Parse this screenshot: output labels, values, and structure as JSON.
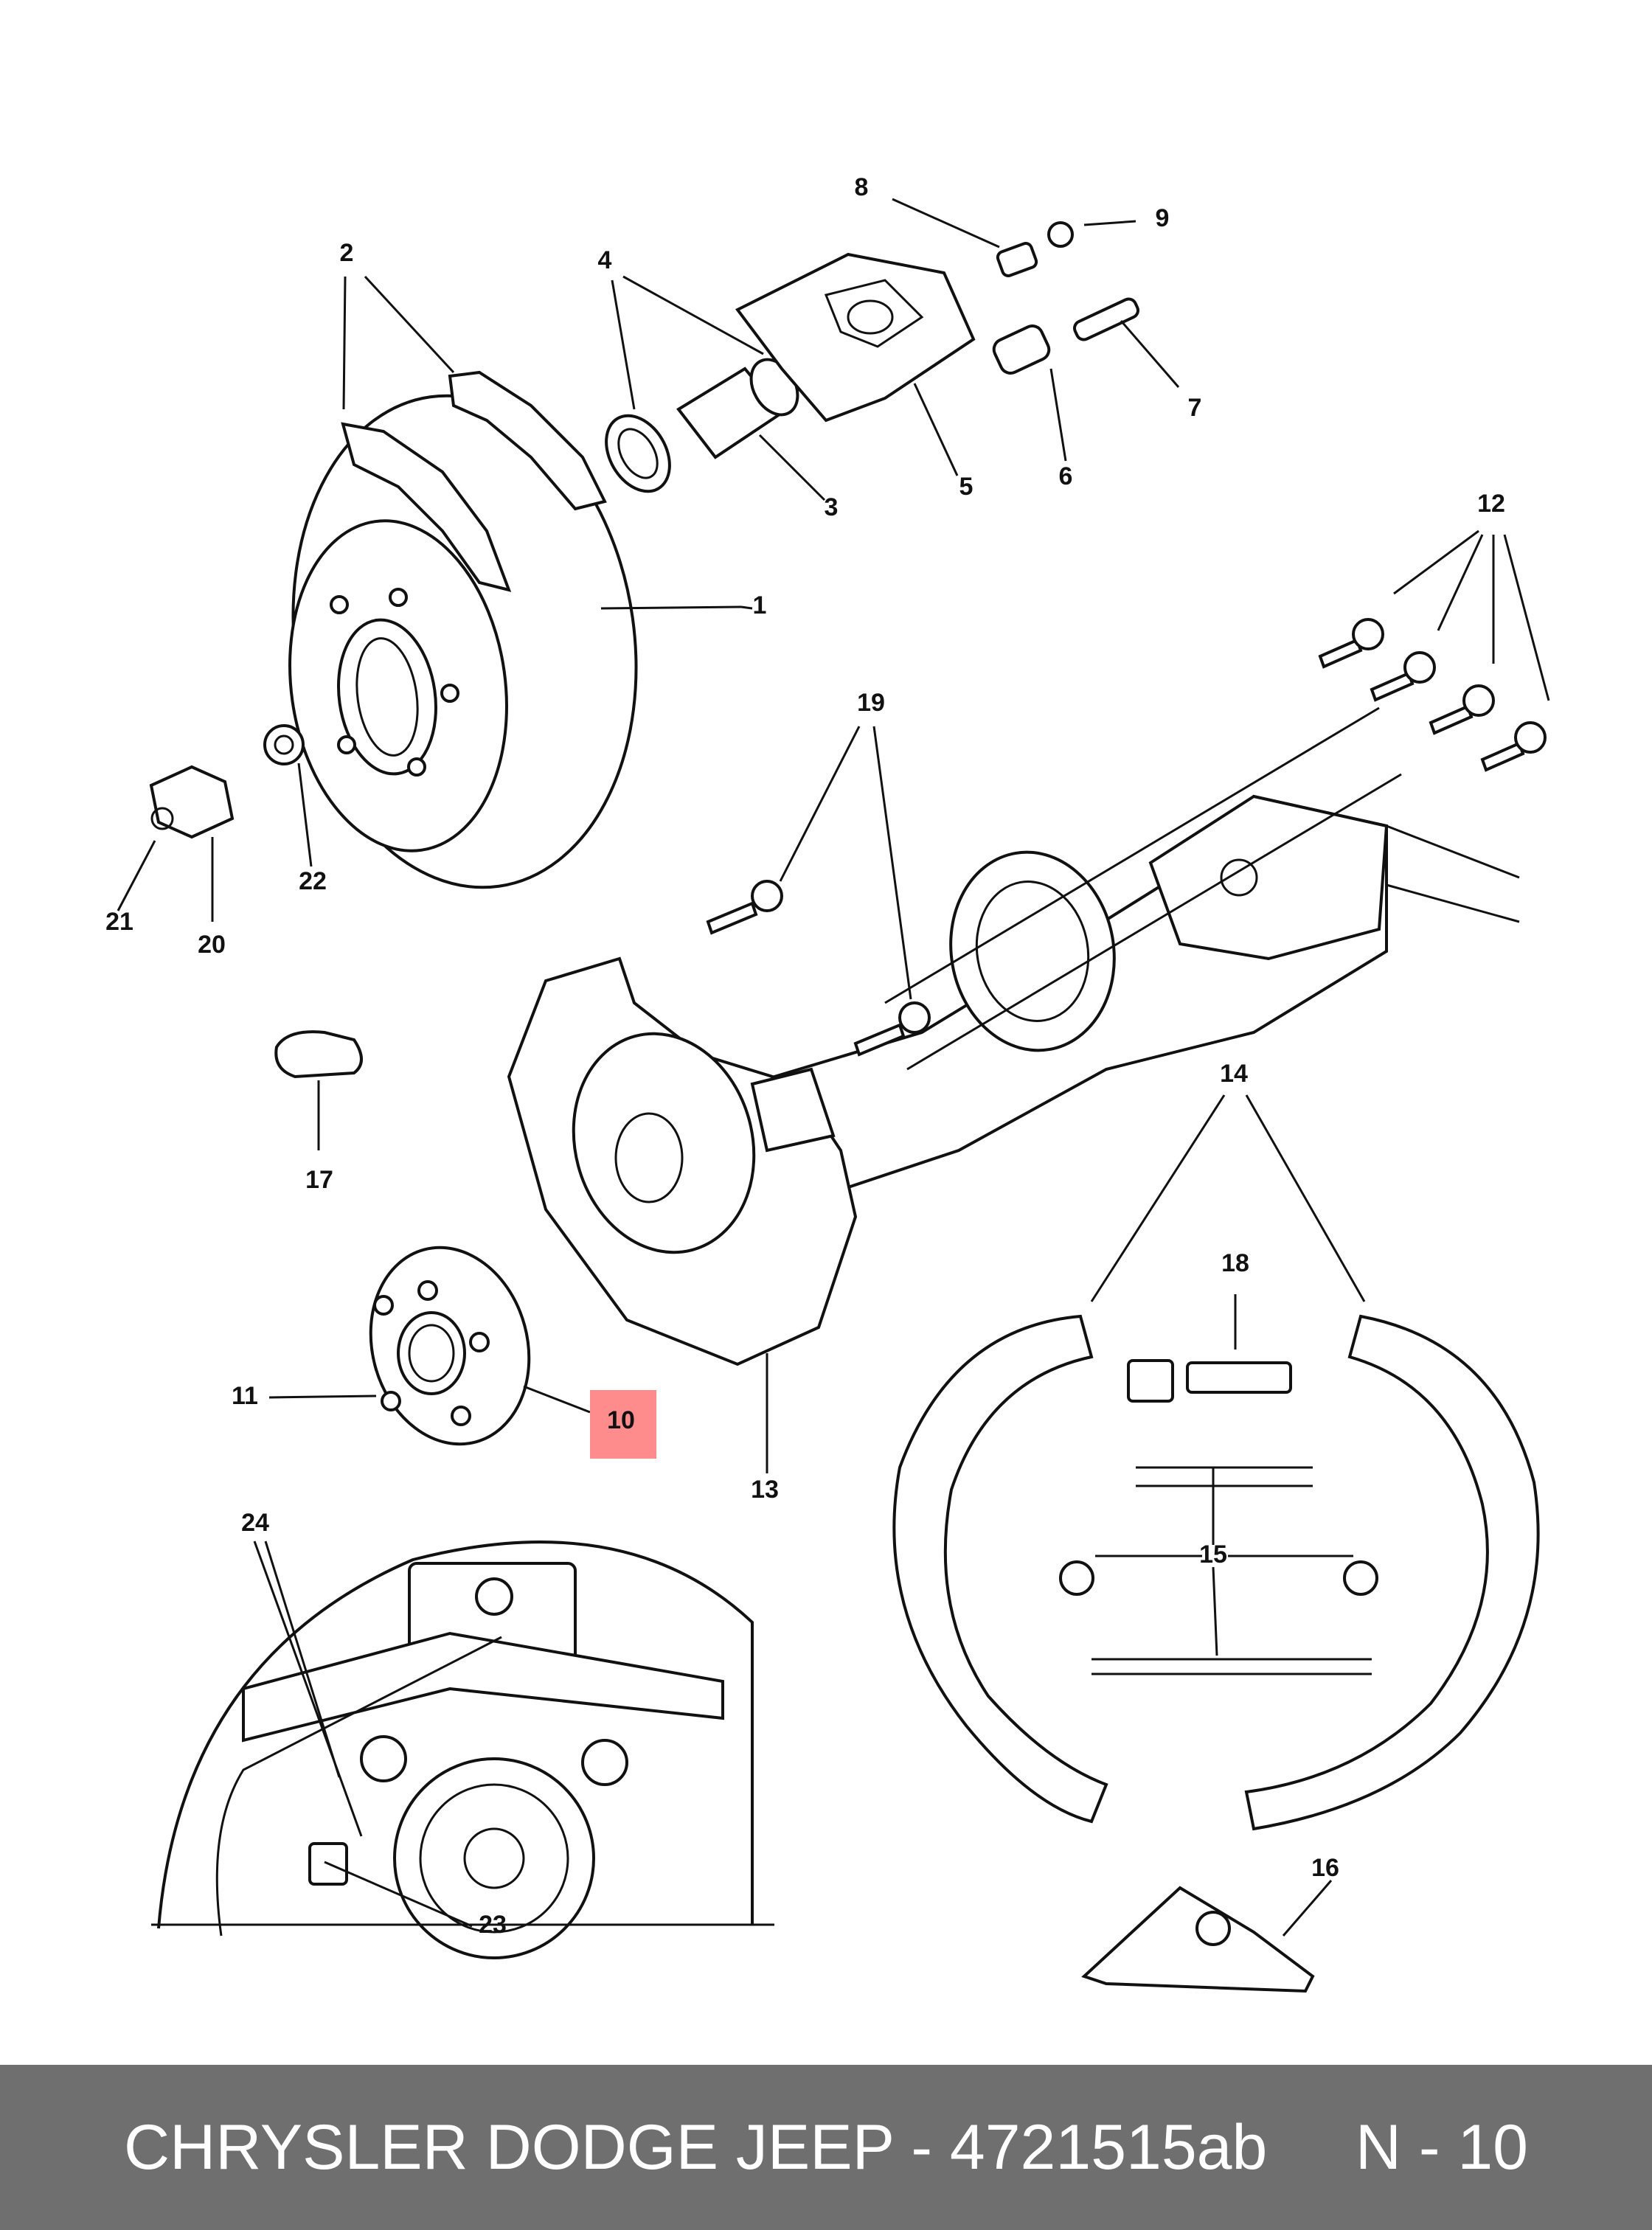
{
  "callouts": {
    "c1": "1",
    "c2": "2",
    "c3": "3",
    "c4": "4",
    "c5": "5",
    "c6": "6",
    "c7": "7",
    "c8": "8",
    "c9": "9",
    "c10": "10",
    "c11": "11",
    "c12": "12",
    "c13": "13",
    "c14": "14",
    "c15": "15",
    "c16": "16",
    "c17": "17",
    "c18": "18",
    "c19": "19",
    "c20": "20",
    "c21": "21",
    "c22": "22",
    "c23": "23",
    "c24": "24"
  },
  "highlight_color": "#ff8c8c",
  "footer": {
    "brand": "CHRYSLER DODGE JEEP - 4721515ab",
    "spacer": "     ",
    "code": "N - 10"
  }
}
